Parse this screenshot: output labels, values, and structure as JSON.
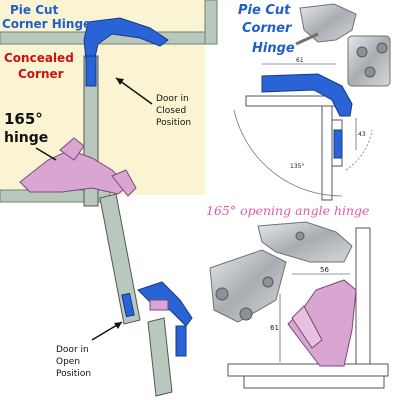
{
  "left_panel": {
    "title_line1": "Pie Cut",
    "title_line2": "Corner Hinge",
    "concealed_line1": "Concealed",
    "concealed_line2": "Corner",
    "hinge165_line1": "165°",
    "hinge165_line2": "hinge",
    "closed_line1": "Door in",
    "closed_line2": "Closed",
    "closed_line3": "Position",
    "open_line1": "Door in",
    "open_line2": "Open",
    "open_line3": "Position"
  },
  "top_right_panel": {
    "title_line1": "Pie Cut",
    "title_line2": "Corner",
    "title_line3": "Hinge",
    "dim_width": "61",
    "dim_height": "43",
    "dim_angle": "135°"
  },
  "bottom_right_panel": {
    "title": "165° opening angle hinge",
    "dim_width": "56",
    "dim_height": "61"
  },
  "colors": {
    "hinge_blue": "#2a63d6",
    "mechanism_pink": "#d9a6d2",
    "panel_green": "#b8c8bd",
    "cabinet_cream": "#fbf4d2",
    "metal_grey": "#b9bcc0"
  }
}
